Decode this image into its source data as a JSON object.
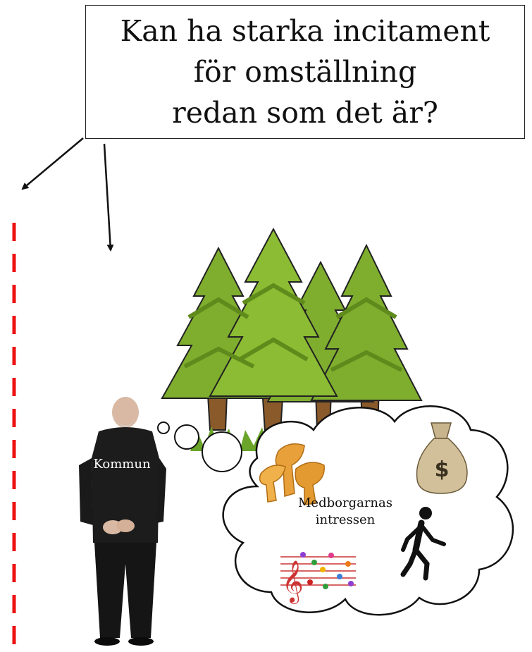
{
  "callout": {
    "lines": [
      "Kan ha starka incitament",
      "för omställning",
      "redan som det är?"
    ]
  },
  "person": {
    "label": "Kommun"
  },
  "thought": {
    "lines": [
      "Medborgarnas",
      "intressen"
    ]
  },
  "icons": {
    "trees": "forest-icon",
    "person": "businessman-figure",
    "mushrooms": "chanterelle-mushrooms-icon",
    "money": "money-bag-icon",
    "walker": "walking-person-icon",
    "music": "birdsong-music-icon"
  },
  "colors": {
    "boundary": "#ee1111",
    "tree_light": "#9bc33a",
    "tree_dark": "#5f8a1c",
    "trunk": "#8a5a2b",
    "suit": "#1a1a1a"
  }
}
